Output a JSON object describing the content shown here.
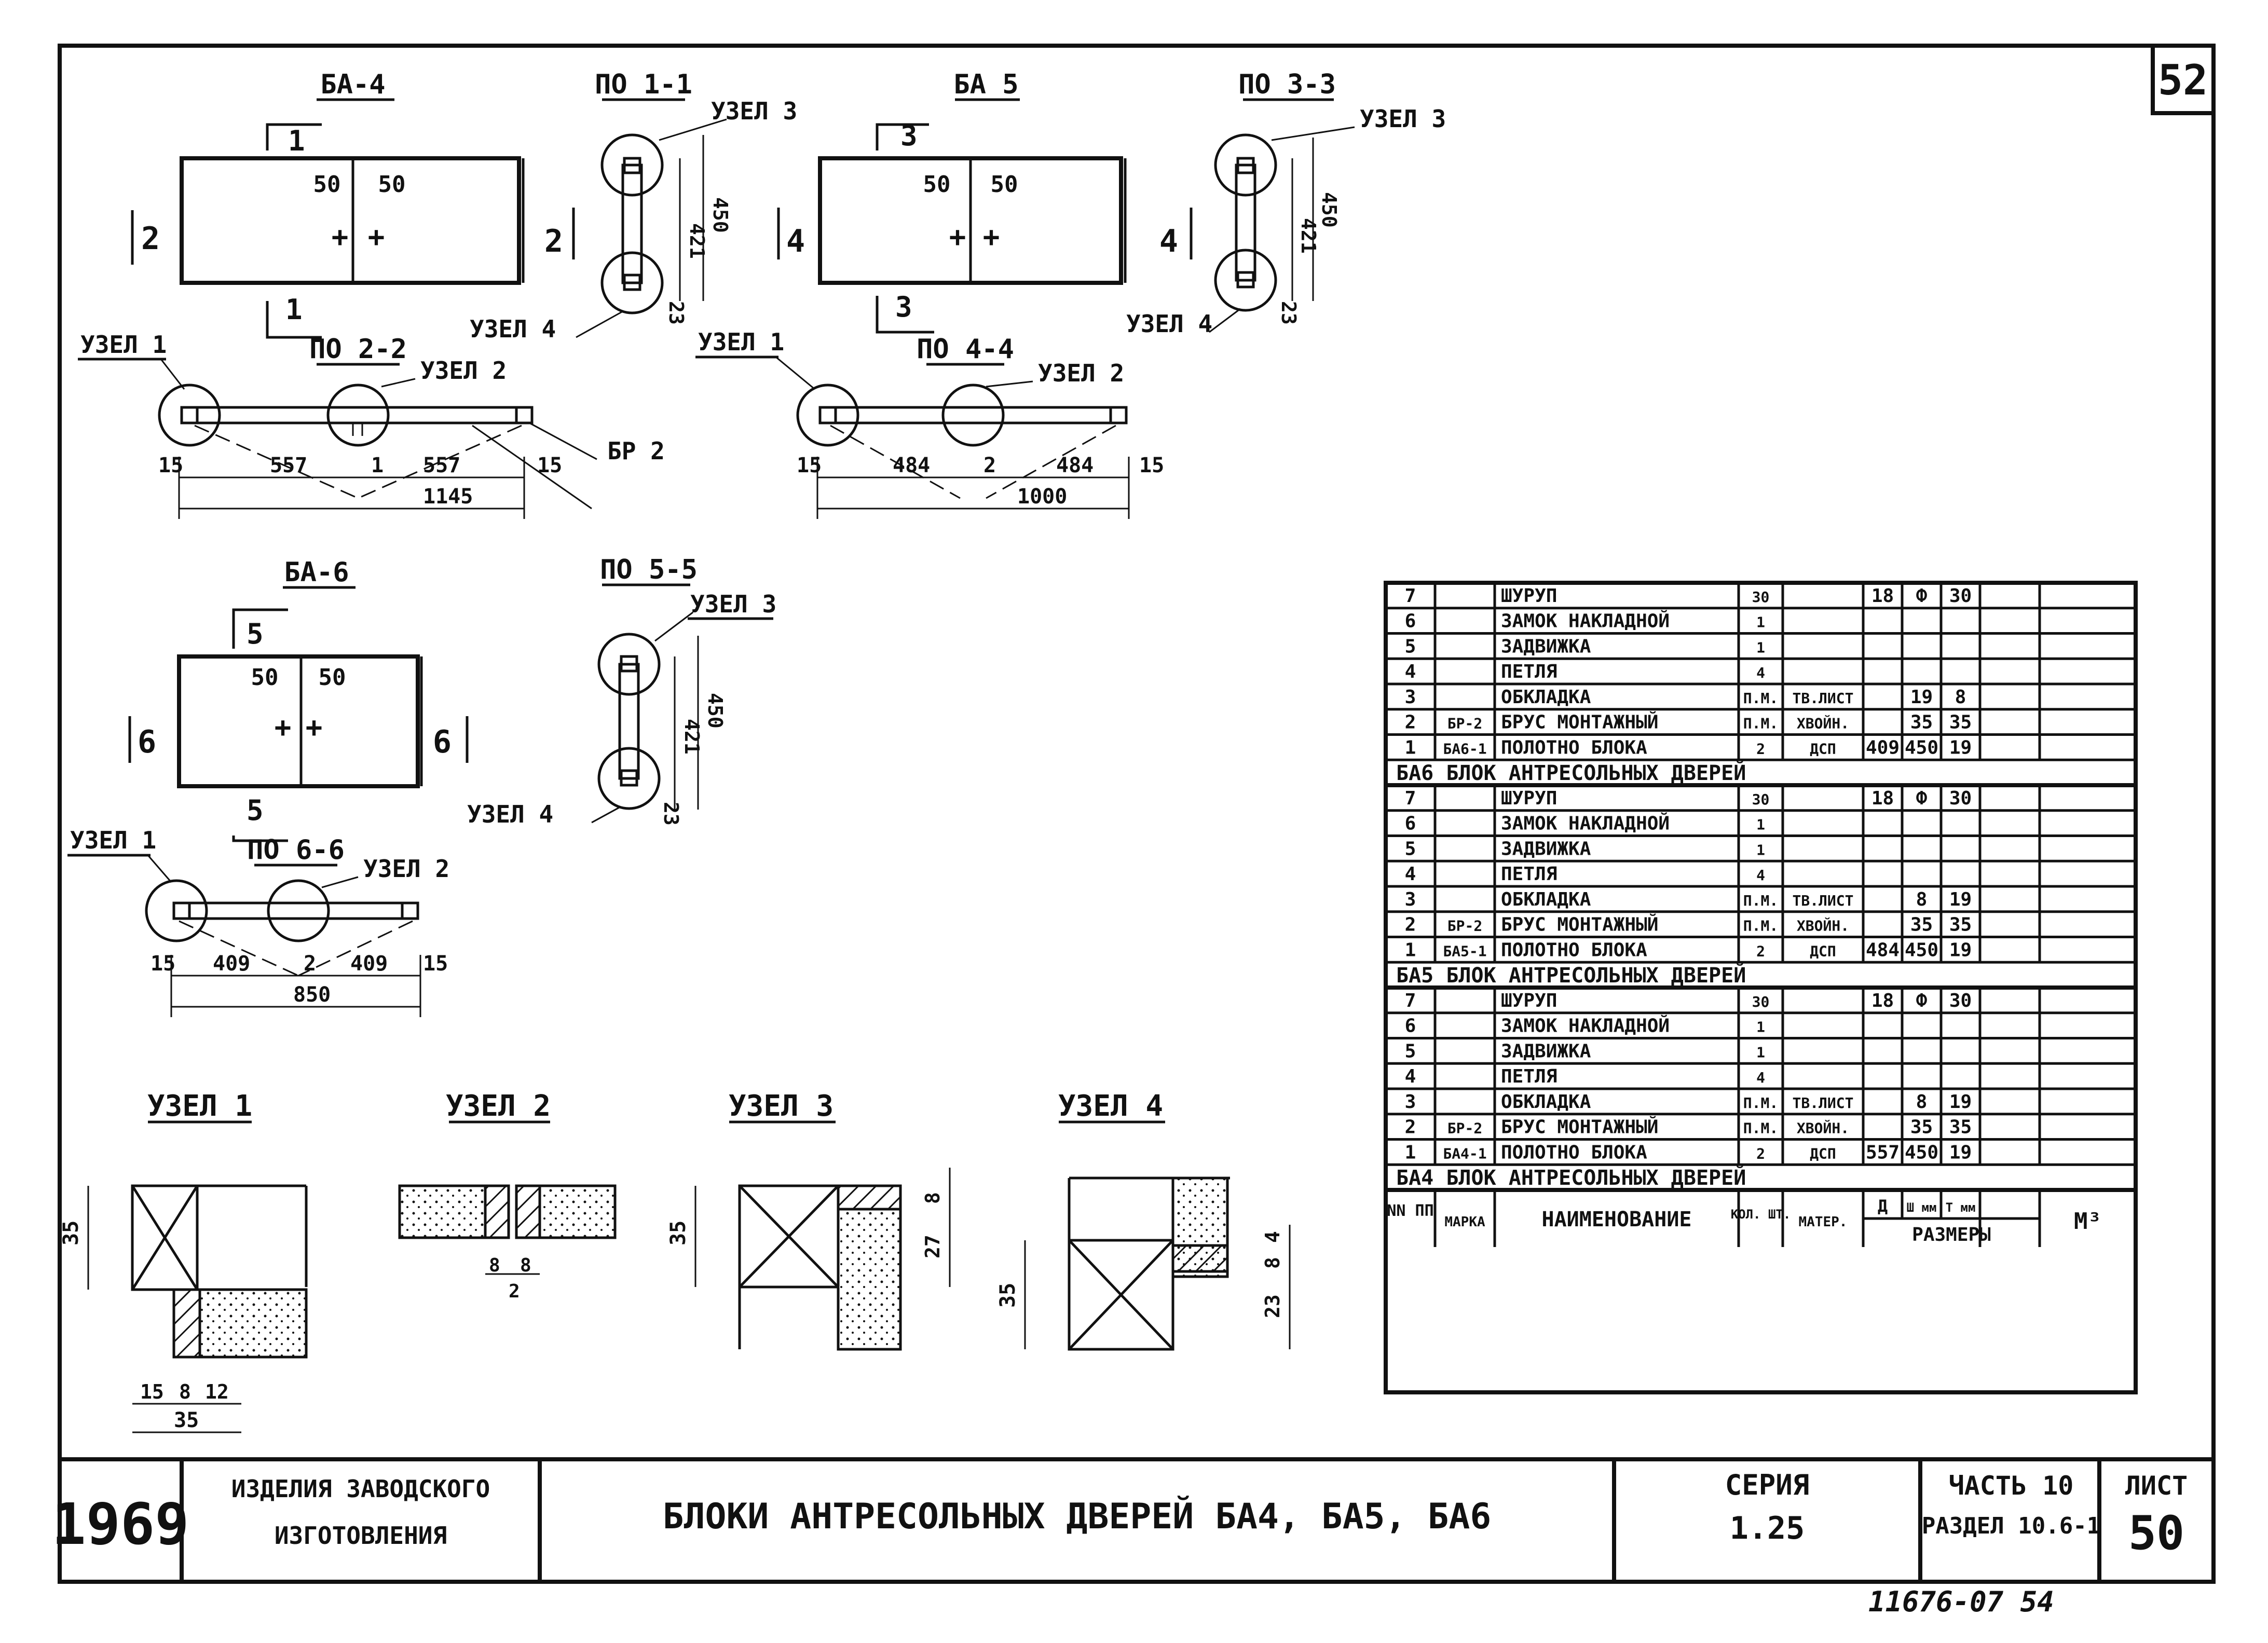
{
  "sheet_number": "52",
  "title_block": {
    "year": "1969",
    "org_line1": "ИЗДЕЛИЯ ЗАВОДСКОГО",
    "org_line2": "ИЗГОТОВЛЕНИЯ",
    "title": "БЛОКИ АНТРЕСОЛЬНЫХ ДВЕРЕЙ БА4, БА5, БА6",
    "series_label": "СЕРИЯ",
    "series_value": "1.25",
    "part_label": "ЧАСТЬ 10",
    "section_label": "РАЗДЕЛ 10.6-1",
    "sheet_label": "ЛИСТ",
    "sheet_value": "50"
  },
  "bottom_note": "11676-07  54",
  "views": {
    "ba4": {
      "title": "БА-4",
      "sec1": "1",
      "sec2": "2",
      "dim50a": "50",
      "dim50b": "50"
    },
    "ba5": {
      "title": "БА 5",
      "sec1": "3",
      "sec2": "4",
      "dim50a": "50",
      "dim50b": "50"
    },
    "ba6": {
      "title": "БА-6",
      "sec1": "5",
      "sec2": "6",
      "dim50a": "50",
      "dim50b": "50"
    },
    "s11": {
      "title": "ПО 1-1",
      "node_top": "УЗЕЛ 3",
      "node_bot": "УЗЕЛ 4",
      "d1": "421",
      "d2": "450",
      "d3": "23"
    },
    "s33": {
      "title": "ПО 3-3",
      "node_top": "УЗЕЛ 3",
      "node_bot": "УЗЕЛ 4",
      "d1": "421",
      "d2": "450",
      "d3": "23"
    },
    "s55": {
      "title": "ПО 5-5",
      "node_top": "УЗЕЛ 3",
      "node_bot": "УЗЕЛ 4",
      "d1": "421",
      "d2": "450",
      "d3": "23"
    },
    "s22": {
      "title": "ПО 2-2",
      "node_l": "УЗЕЛ 1",
      "node_c": "УЗЕЛ 2",
      "mark": "БР 2",
      "d_edge_l": "15",
      "d_half_l": "557",
      "d_gap": "1",
      "d_half_r": "557",
      "d_edge_r": "15",
      "d_total": "1145"
    },
    "s44": {
      "title": "ПО 4-4",
      "node_l": "УЗЕЛ 1",
      "node_c": "УЗЕЛ 2",
      "d_edge_l": "15",
      "d_half_l": "484",
      "d_gap": "2",
      "d_half_r": "484",
      "d_edge_r": "15",
      "d_total": "1000"
    },
    "s66": {
      "title": "ПО 6-6",
      "node_l": "УЗЕЛ 1",
      "node_c": "УЗЕЛ 2",
      "d_edge_l": "15",
      "d_half_l": "409",
      "d_gap": "2",
      "d_half_r": "409",
      "d_edge_r": "15",
      "d_total": "850"
    }
  },
  "nodes": {
    "n1": {
      "title": "УЗЕЛ 1",
      "h": "35",
      "w1": "15",
      "w2": "8",
      "w3": "12",
      "w": "35"
    },
    "n2": {
      "title": "УЗЕЛ 2",
      "a": "8",
      "b": "8",
      "c": "2"
    },
    "n3": {
      "title": "УЗЕЛ 3",
      "h": "35",
      "a": "27",
      "b": "8"
    },
    "n4": {
      "title": "УЗЕЛ 4",
      "h": "35",
      "a": "23",
      "b": "8",
      "c": "4"
    }
  },
  "spec": {
    "header": {
      "nn": "NN ПП",
      "mark": "МАРКА",
      "name": "НАИМЕНОВАНИЕ",
      "qty": "КОЛ. ШТ.",
      "mat": "МАТЕР.",
      "sizes": "РАЗМЕРЫ",
      "d1": "Д",
      "d2": "Ш мм",
      "d3": "Т мм",
      "vol": "М³"
    },
    "groups": [
      {
        "caption": "БА6  БЛОК АНТРЕСОЛЬНЫХ ДВЕРЕЙ",
        "rows": [
          {
            "n": "7",
            "mark": "",
            "name": "ШУРУП",
            "qty": "30",
            "mat": "",
            "a": "18",
            "b": "Ф",
            "c": "30"
          },
          {
            "n": "6",
            "mark": "",
            "name": "ЗАМОК НАКЛАДНОЙ",
            "qty": "1",
            "mat": "",
            "a": "",
            "b": "",
            "c": ""
          },
          {
            "n": "5",
            "mark": "",
            "name": "ЗАДВИЖКА",
            "qty": "1",
            "mat": "",
            "a": "",
            "b": "",
            "c": ""
          },
          {
            "n": "4",
            "mark": "",
            "name": "ПЕТЛЯ",
            "qty": "4",
            "mat": "",
            "a": "",
            "b": "",
            "c": ""
          },
          {
            "n": "3",
            "mark": "",
            "name": "ОБКЛАДКА",
            "qty": "П.М.",
            "mat": "ТВ.ЛИСТ",
            "a": "",
            "b": "19",
            "c": "8"
          },
          {
            "n": "2",
            "mark": "БР-2",
            "name": "БРУС МОНТАЖНЫЙ",
            "qty": "П.М.",
            "mat": "ХВОЙН.",
            "a": "",
            "b": "35",
            "c": "35"
          },
          {
            "n": "1",
            "mark": "БА6-1",
            "name": "ПОЛОТНО БЛОКА",
            "qty": "2",
            "mat": "ДСП",
            "a": "409",
            "b": "450",
            "c": "19"
          }
        ]
      },
      {
        "caption": "БА5  БЛОК АНТРЕСОЛЬНЫХ ДВЕРЕЙ",
        "rows": [
          {
            "n": "7",
            "mark": "",
            "name": "ШУРУП",
            "qty": "30",
            "mat": "",
            "a": "18",
            "b": "Ф",
            "c": "30"
          },
          {
            "n": "6",
            "mark": "",
            "name": "ЗАМОК НАКЛАДНОЙ",
            "qty": "1",
            "mat": "",
            "a": "",
            "b": "",
            "c": ""
          },
          {
            "n": "5",
            "mark": "",
            "name": "ЗАДВИЖКА",
            "qty": "1",
            "mat": "",
            "a": "",
            "b": "",
            "c": ""
          },
          {
            "n": "4",
            "mark": "",
            "name": "ПЕТЛЯ",
            "qty": "4",
            "mat": "",
            "a": "",
            "b": "",
            "c": ""
          },
          {
            "n": "3",
            "mark": "",
            "name": "ОБКЛАДКА",
            "qty": "П.М.",
            "mat": "ТВ.ЛИСТ",
            "a": "",
            "b": "8",
            "c": "19"
          },
          {
            "n": "2",
            "mark": "БР-2",
            "name": "БРУС МОНТАЖНЫЙ",
            "qty": "П.М.",
            "mat": "ХВОЙН.",
            "a": "",
            "b": "35",
            "c": "35"
          },
          {
            "n": "1",
            "mark": "БА5-1",
            "name": "ПОЛОТНО БЛОКА",
            "qty": "2",
            "mat": "ДСП",
            "a": "484",
            "b": "450",
            "c": "19"
          }
        ]
      },
      {
        "caption": "БА4  БЛОК АНТРЕСОЛЬНЫХ ДВЕРЕЙ",
        "rows": [
          {
            "n": "7",
            "mark": "",
            "name": "ШУРУП",
            "qty": "30",
            "mat": "",
            "a": "18",
            "b": "Ф",
            "c": "30"
          },
          {
            "n": "6",
            "mark": "",
            "name": "ЗАМОК НАКЛАДНОЙ",
            "qty": "1",
            "mat": "",
            "a": "",
            "b": "",
            "c": ""
          },
          {
            "n": "5",
            "mark": "",
            "name": "ЗАДВИЖКА",
            "qty": "1",
            "mat": "",
            "a": "",
            "b": "",
            "c": ""
          },
          {
            "n": "4",
            "mark": "",
            "name": "ПЕТЛЯ",
            "qty": "4",
            "mat": "",
            "a": "",
            "b": "",
            "c": ""
          },
          {
            "n": "3",
            "mark": "",
            "name": "ОБКЛАДКА",
            "qty": "П.М.",
            "mat": "ТВ.ЛИСТ",
            "a": "",
            "b": "8",
            "c": "19"
          },
          {
            "n": "2",
            "mark": "БР-2",
            "name": "БРУС МОНТАЖНЫЙ",
            "qty": "П.М.",
            "mat": "ХВОЙН.",
            "a": "",
            "b": "35",
            "c": "35"
          },
          {
            "n": "1",
            "mark": "БА4-1",
            "name": "ПОЛОТНО БЛОКА",
            "qty": "2",
            "mat": "ДСП",
            "a": "557",
            "b": "450",
            "c": "19"
          }
        ]
      }
    ]
  }
}
